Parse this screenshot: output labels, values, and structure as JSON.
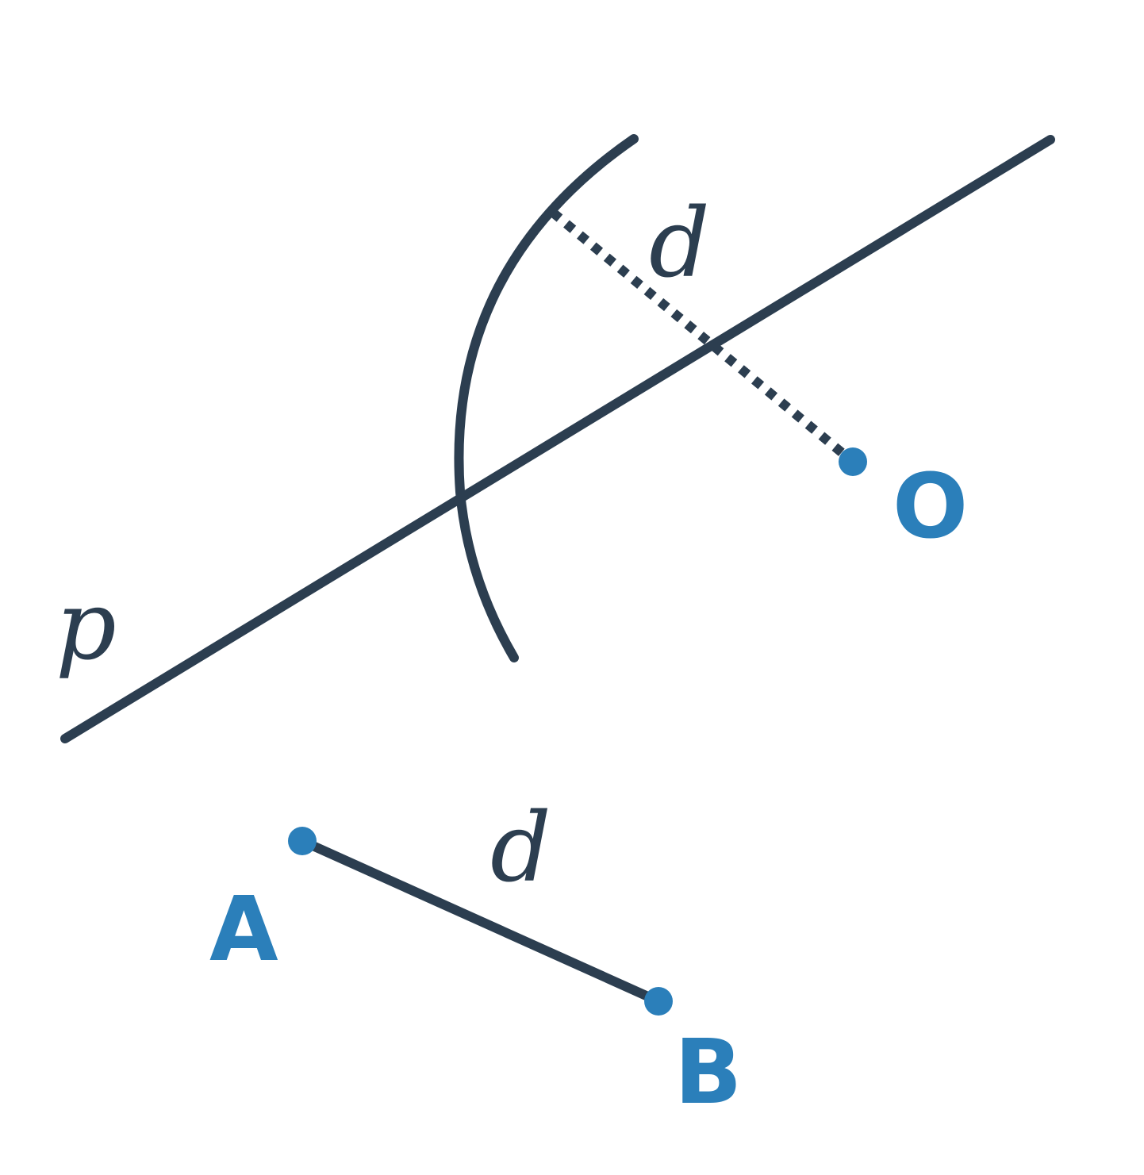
{
  "colors": {
    "stroke": "#2c3e50",
    "point": "#2b7fba"
  },
  "labels": {
    "line": "p",
    "distance_upper": "d",
    "distance_lower": "d",
    "point_o": "O",
    "point_a": "A",
    "point_b": "B"
  }
}
